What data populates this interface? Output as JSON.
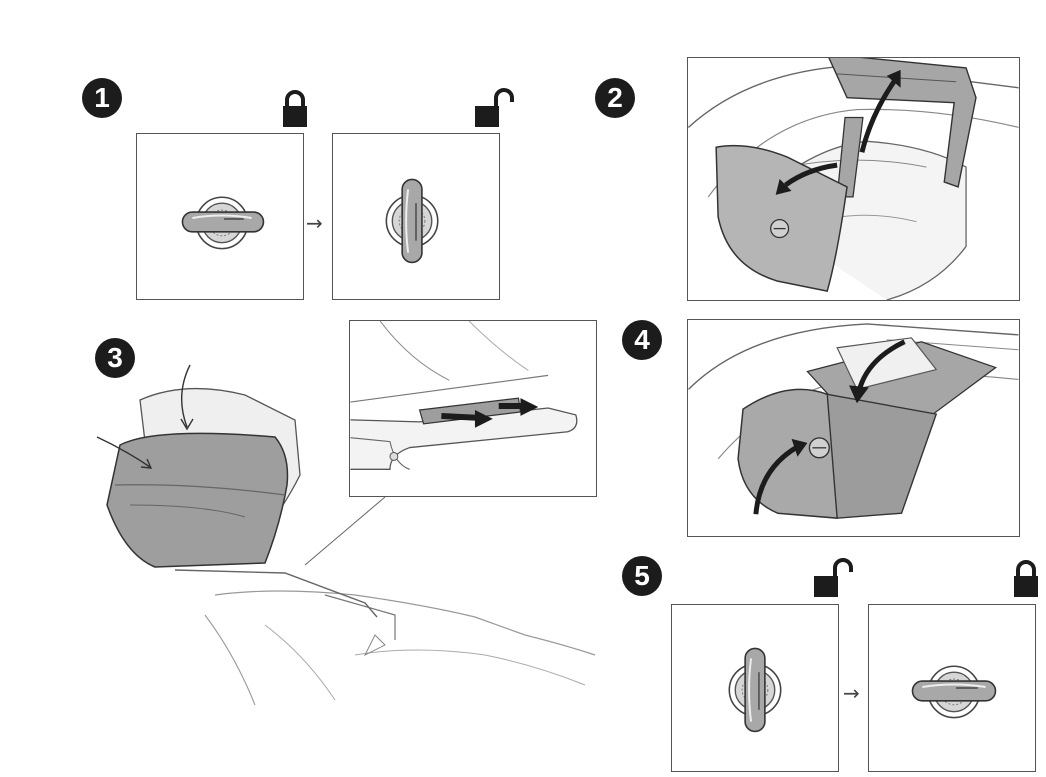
{
  "steps": {
    "s1": "1",
    "s2": "2",
    "s3": "3",
    "s4": "4",
    "s5": "5"
  },
  "arrow_glyph": "→",
  "icons": {
    "step1_from": "locked-padlock-icon",
    "step1_to": "unlocked-padlock-icon",
    "step5_from": "unlocked-padlock-icon",
    "step5_to": "locked-padlock-icon"
  },
  "colors": {
    "badge": "#1c1c1c",
    "part_gray": "#9a9a9a",
    "line": "#555555"
  }
}
